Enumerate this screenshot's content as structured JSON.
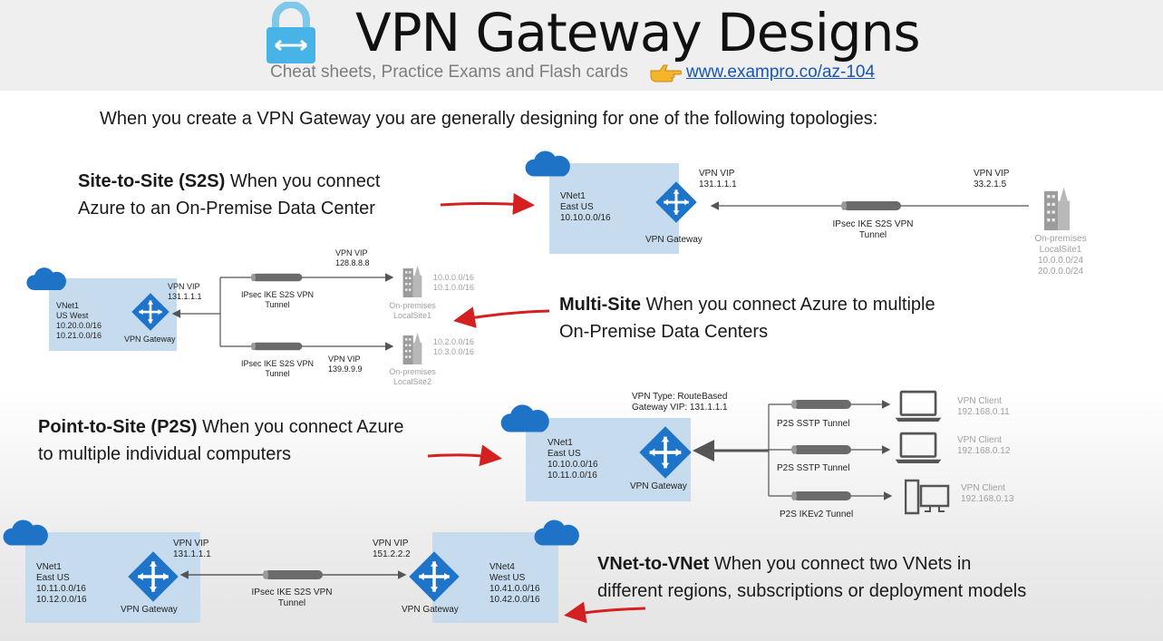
{
  "header": {
    "title": "VPN Gateway Designs",
    "subtitle": "Cheat sheets, Practice Exams and Flash cards",
    "link": "www.exampro.co/az-104"
  },
  "intro": "When you create a VPN Gateway you are generally designing for one of the following topologies:",
  "s2s": {
    "heading": "Site-to-Site (S2S)",
    "line1": "When you connect",
    "line2": "Azure to an On-Premise Data Center",
    "vnet": [
      "VNet1",
      "East US",
      "10.10.0.0/16"
    ],
    "gateway": "VPN Gateway",
    "vip_left": [
      "VPN VIP",
      "131.1.1.1"
    ],
    "vip_right": [
      "VPN VIP",
      "33.2.1.5"
    ],
    "tunnel": [
      "IPsec IKE S2S VPN",
      "Tunnel"
    ],
    "onprem": [
      "On-premises",
      "LocalSite1",
      "10.0.0.0/24",
      "20.0.0.0/24"
    ]
  },
  "multisite": {
    "heading": "Multi-Site",
    "line1": "When you connect Azure to multiple",
    "line2": "On-Premise Data Centers",
    "vnet": [
      "VNet1",
      "US West",
      "10.20.0.0/16",
      "10.21.0.0/16"
    ],
    "gateway": "VPN Gateway",
    "vip_left": [
      "VPN VIP",
      "131.1.1.1"
    ],
    "vip_top": [
      "VPN VIP",
      "128.8.8.8"
    ],
    "vip_bottom": [
      "VPN VIP",
      "139.9.9.9"
    ],
    "tunnel": [
      "IPsec IKE S2S VPN",
      "Tunnel"
    ],
    "site1": [
      "On-premises",
      "LocalSite1",
      "10.0.0.0/16",
      "10.1.0.0/16"
    ],
    "site2": [
      "On-premises",
      "LocalSite2",
      "10.2.0.0/16",
      "10.3.0.0/16"
    ]
  },
  "p2s": {
    "heading": "Point-to-Site (P2S)",
    "line1": "When you connect Azure",
    "line2": "to multiple individual computers",
    "vnet": [
      "VNet1",
      "East US",
      "10.10.0.0/16",
      "10.11.0.0/16"
    ],
    "gateway": "VPN Gateway",
    "vpn_info": [
      "VPN Type: RouteBased",
      "Gateway VIP: 131.1.1.1"
    ],
    "tunnels": [
      "P2S SSTP Tunnel",
      "P2S SSTP Tunnel",
      "P2S IKEv2  Tunnel"
    ],
    "clients": [
      [
        "VPN Client",
        "192.168.0.11"
      ],
      [
        "VPN Client",
        "192.168.0.12"
      ],
      [
        "VPN Client",
        "192.168.0.13"
      ]
    ]
  },
  "v2v": {
    "heading": "VNet-to-VNet",
    "line1": "When you connect two VNets in",
    "line2": "different regions, subscriptions or deployment models",
    "vnet1": [
      "VNet1",
      "East US",
      "10.11.0.0/16",
      "10.12.0.0/16"
    ],
    "vnet4": [
      "VNet4",
      "West US",
      "10.41.0.0/16",
      "10.42.0.0/16"
    ],
    "gateway": "VPN Gateway",
    "vip_left": [
      "VPN VIP",
      "131.1.1.1"
    ],
    "vip_right": [
      "VPN VIP",
      "151.2.2.2"
    ],
    "tunnel": [
      "IPsec IKE S2S VPN",
      "Tunnel"
    ]
  },
  "colors": {
    "vnet_fill": "#c6dcee",
    "azure_blue": "#1e74c9",
    "cloud_blue": "#1f73c7",
    "arrow_red": "#d42020",
    "tunnel_grey": "#6b6b6b",
    "link_blue": "#1656b8"
  }
}
